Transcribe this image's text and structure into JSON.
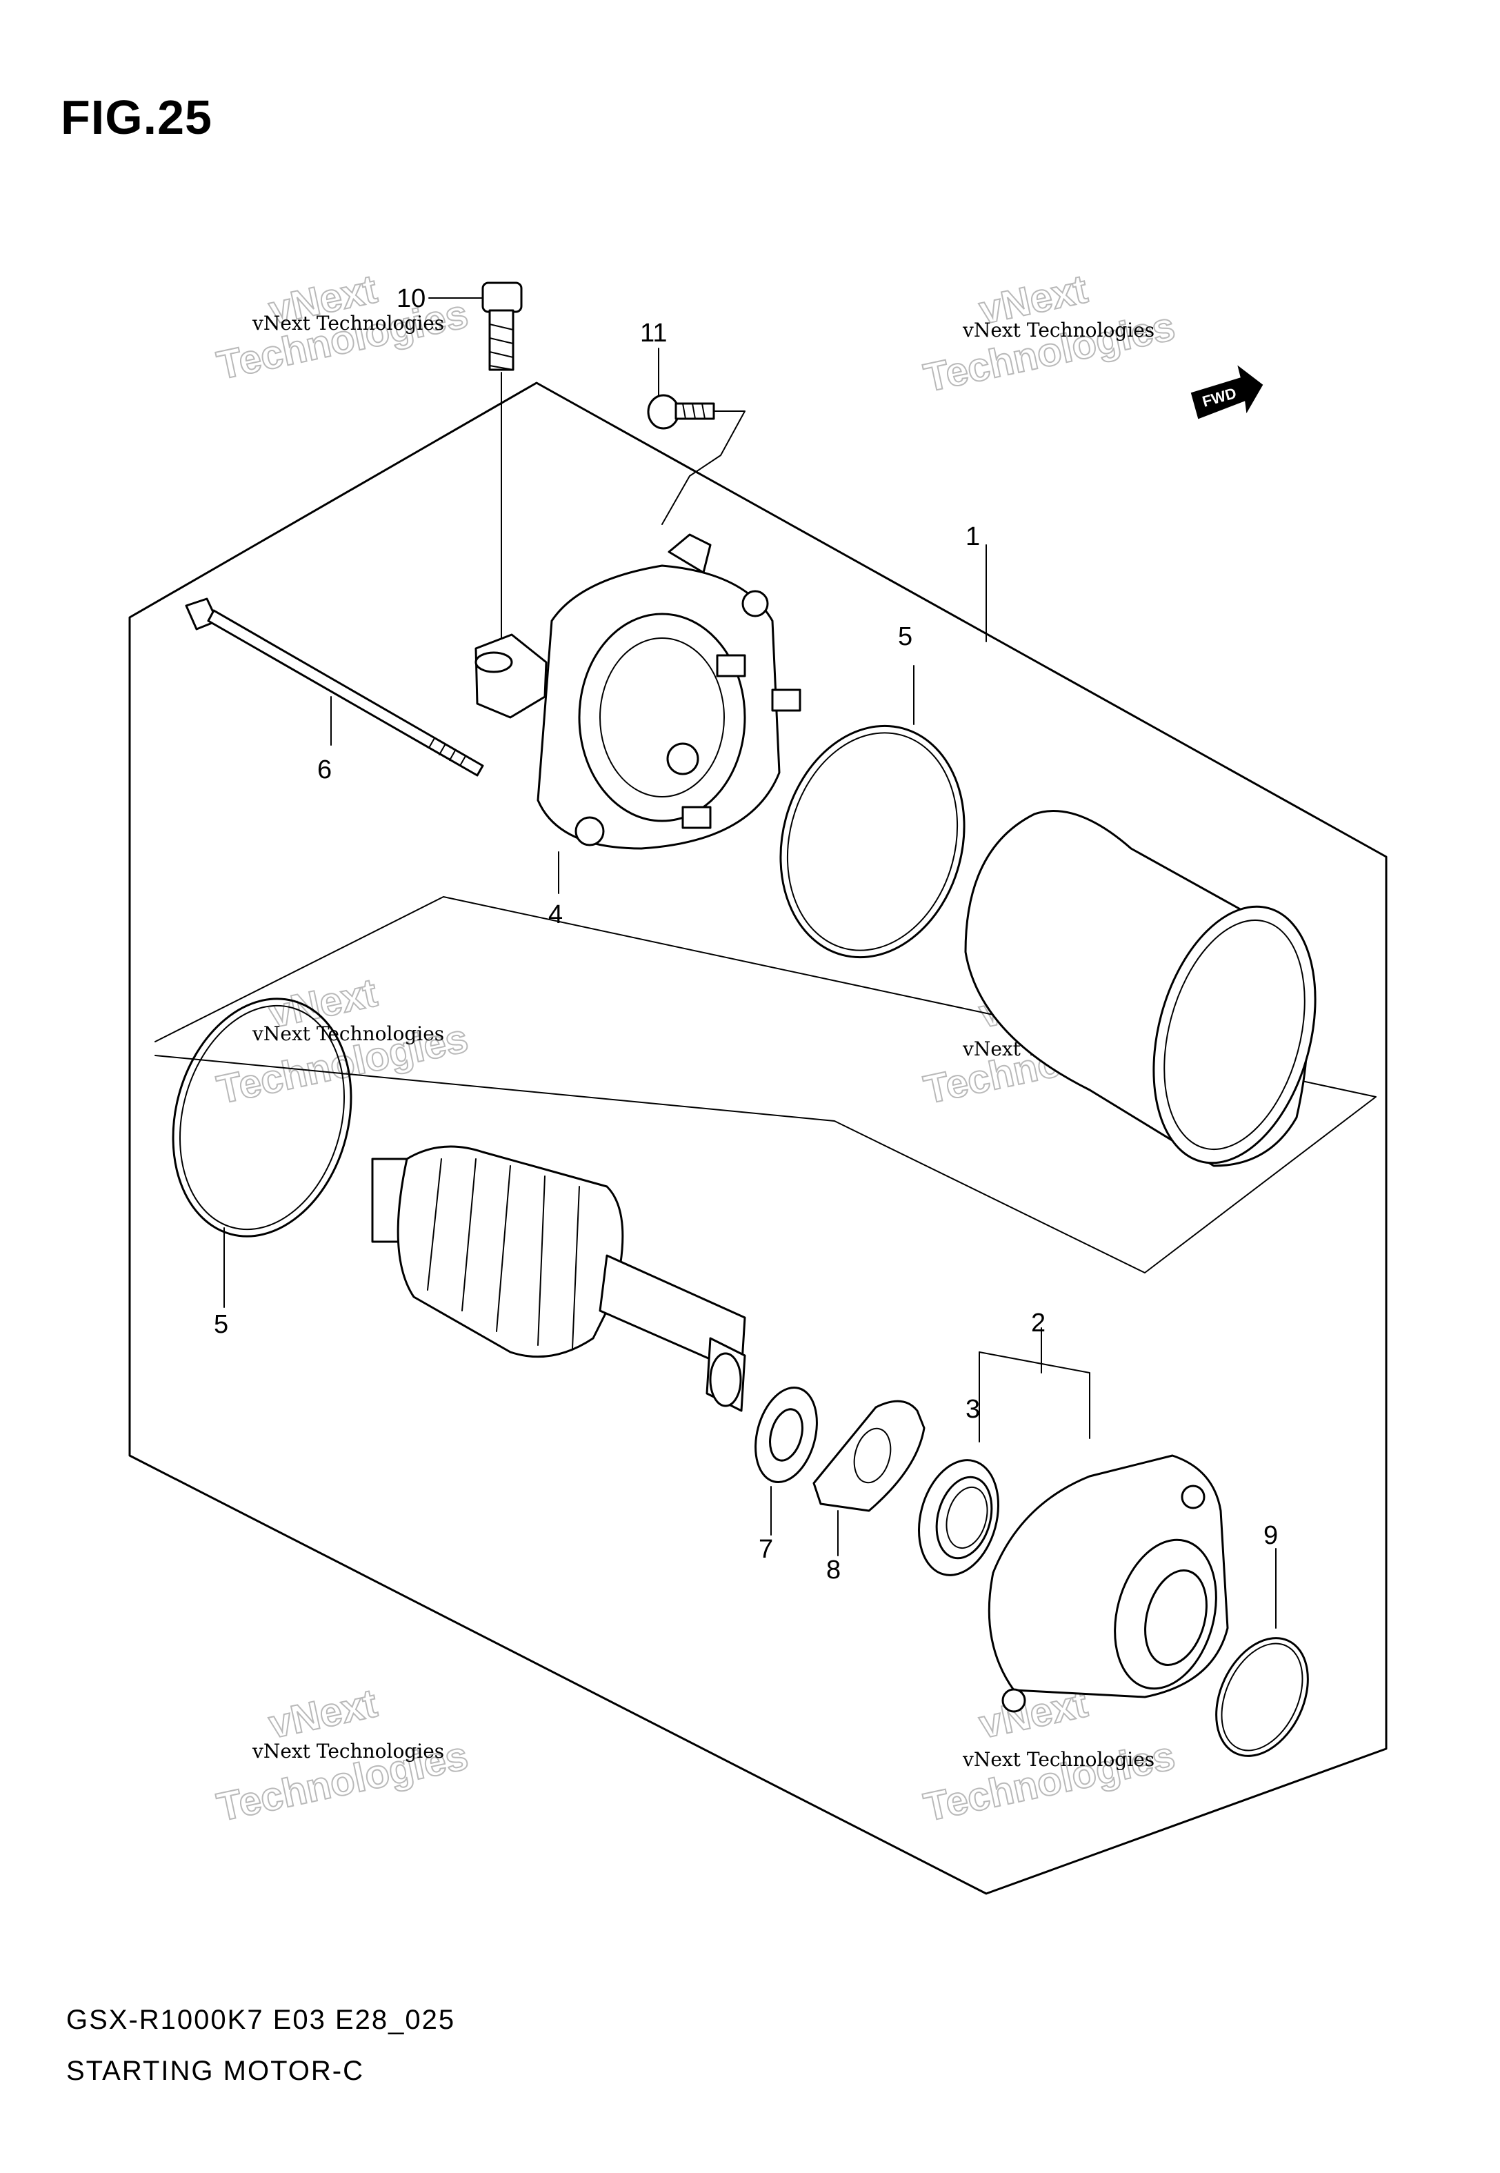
{
  "figure": {
    "title": "FIG.25"
  },
  "footer": {
    "model_code": "GSX-R1000K7 E03 E28_025",
    "section_name": "STARTING MOTOR-C"
  },
  "direction_marker": {
    "label": "FWD"
  },
  "watermark": {
    "line1": "vNext Technologies",
    "line2": "vNext",
    "line3": "Technologies"
  },
  "callouts": [
    {
      "id": "10",
      "text": "10"
    },
    {
      "id": "11",
      "text": "11"
    },
    {
      "id": "1",
      "text": "1"
    },
    {
      "id": "5a",
      "text": "5"
    },
    {
      "id": "6",
      "text": "6"
    },
    {
      "id": "4",
      "text": "4"
    },
    {
      "id": "5b",
      "text": "5"
    },
    {
      "id": "2",
      "text": "2"
    },
    {
      "id": "3",
      "text": "3"
    },
    {
      "id": "7",
      "text": "7"
    },
    {
      "id": "8",
      "text": "8"
    },
    {
      "id": "9",
      "text": "9"
    }
  ],
  "icons": [
    "fwd-arrow-icon"
  ]
}
